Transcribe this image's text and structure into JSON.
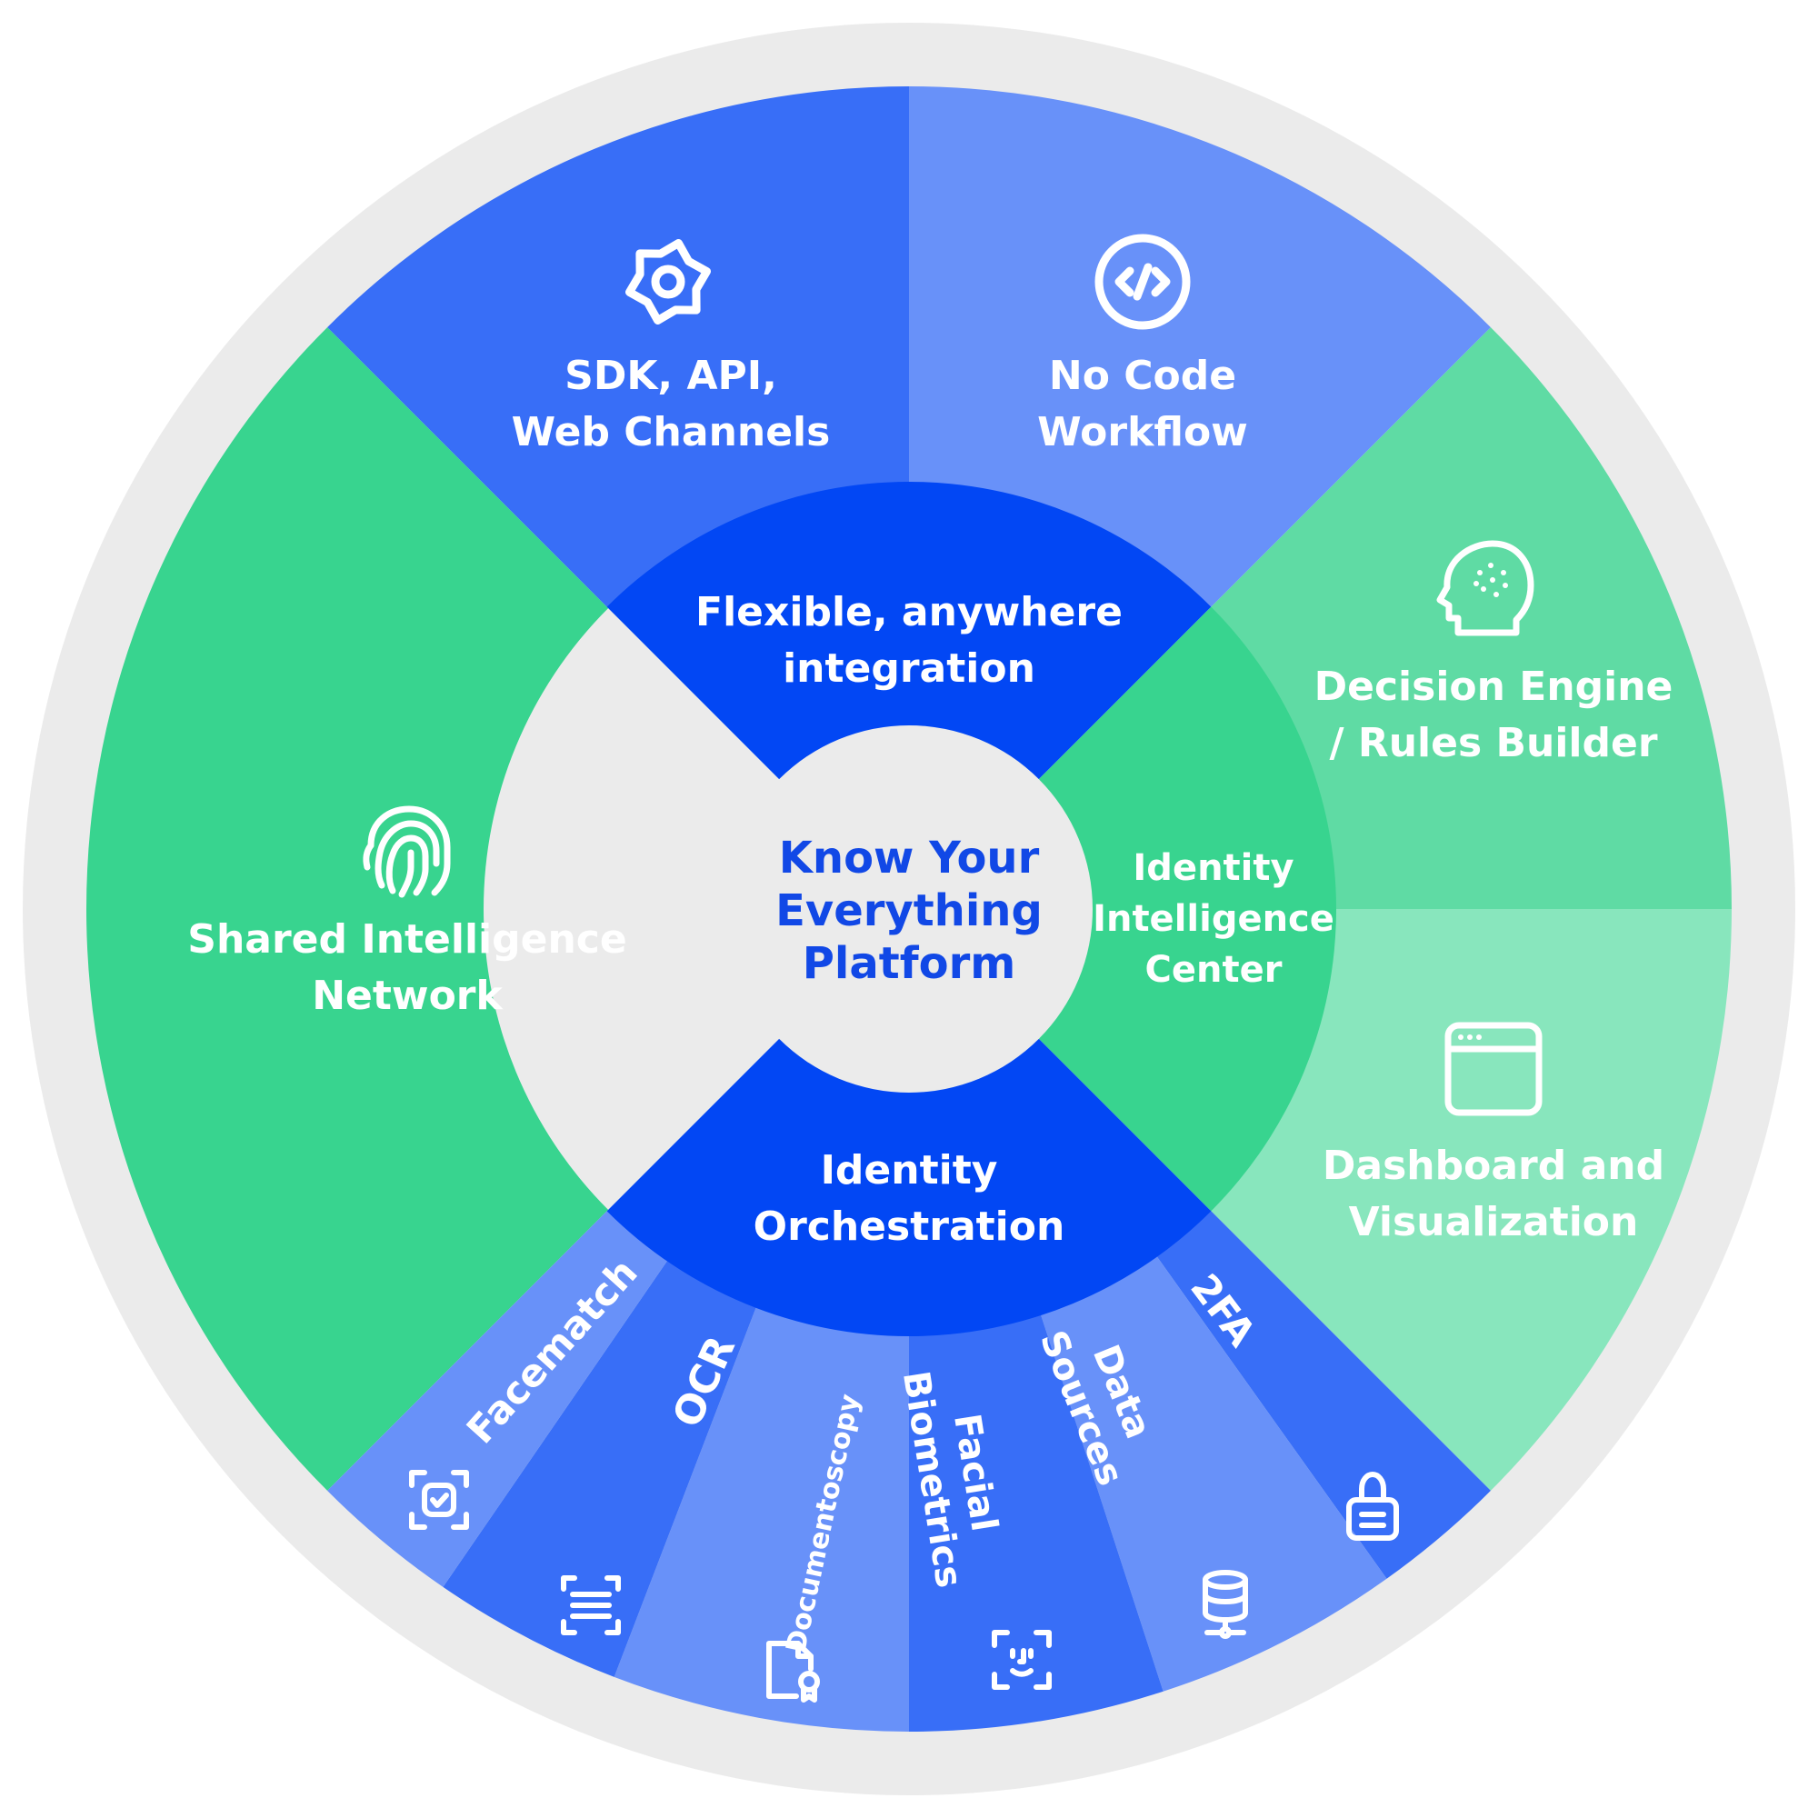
{
  "colors": {
    "ring": "#ebebeb",
    "center_bg": "#ebebeb",
    "center_text": "#1148e6",
    "blue_dark": "#0247f4",
    "blue_mid": "#386ef7",
    "blue_light": "#6891f9",
    "green_dark": "#38d48f",
    "green_mid": "#5fdba4",
    "green_light": "#88e6bd",
    "white": "#ffffff"
  },
  "center": {
    "lines": [
      "Know Your",
      "Everything",
      "Platform"
    ]
  },
  "inner": {
    "top": {
      "lines": [
        "Flexible, anywhere",
        "integration"
      ]
    },
    "right": {
      "lines": [
        "Identity",
        "Intelligence",
        "Center"
      ]
    },
    "bottom": {
      "lines": [
        "Identity",
        "Orchestration"
      ]
    }
  },
  "outer": {
    "sdk": {
      "lines": [
        "SDK, API,",
        "Web Channels"
      ],
      "icon": "gear-icon"
    },
    "nocode": {
      "lines": [
        "No Code",
        "Workflow"
      ],
      "icon": "code-icon"
    },
    "decision": {
      "lines": [
        "Decision Engine",
        "/ Rules Builder"
      ],
      "icon": "brain-head-icon"
    },
    "dashboard": {
      "lines": [
        "Dashboard and",
        "Visualization"
      ],
      "icon": "browser-window-icon"
    },
    "shared": {
      "lines": [
        "Shared Intelligence",
        "Network"
      ],
      "icon": "fingerprint-icon"
    }
  },
  "bottom_segments": [
    {
      "key": "facematch",
      "lines": [
        "Facematch"
      ],
      "icon": "face-check-icon"
    },
    {
      "key": "ocr",
      "lines": [
        "OCR"
      ],
      "icon": "scan-text-icon"
    },
    {
      "key": "docs",
      "lines": [
        "Documentoscopy"
      ],
      "icon": "document-badge-icon"
    },
    {
      "key": "facial",
      "lines": [
        "Facial",
        "Biometrics"
      ],
      "icon": "face-id-icon"
    },
    {
      "key": "datasrc",
      "lines": [
        "Data",
        "Sources"
      ],
      "icon": "database-icon"
    },
    {
      "key": "twofa",
      "lines": [
        "2FA"
      ],
      "icon": "lock-icon"
    }
  ]
}
